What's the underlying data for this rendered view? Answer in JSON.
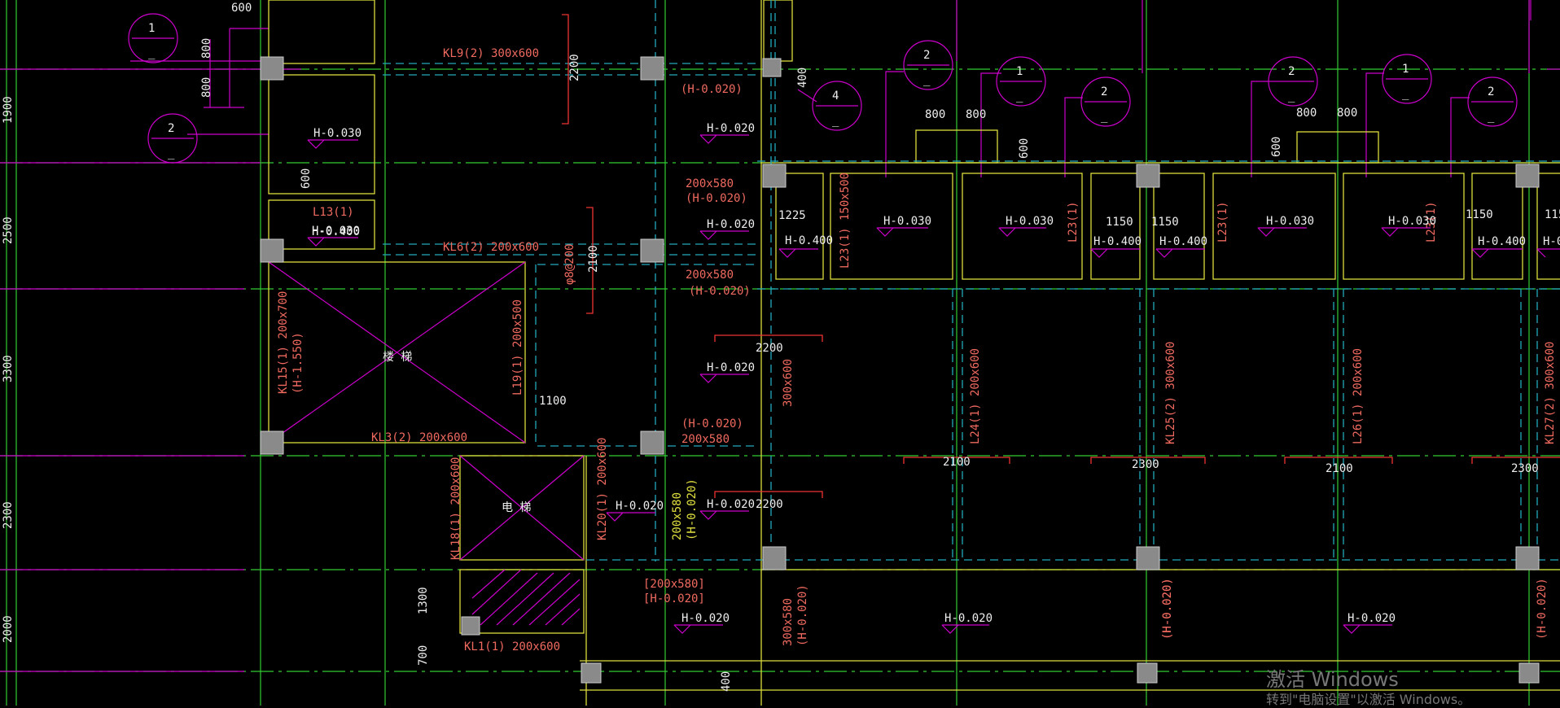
{
  "axis_dims": [
    "1900",
    "2500",
    "3300",
    "2300",
    "2000"
  ],
  "detail_markers": [
    {
      "number": "1",
      "sub": "_"
    },
    {
      "number": "2",
      "sub": "_"
    },
    {
      "number": "2",
      "sub": "_"
    },
    {
      "number": "4",
      "sub": "_"
    },
    {
      "number": "1",
      "sub": "_"
    },
    {
      "number": "2",
      "sub": "_"
    },
    {
      "number": "2",
      "sub": "_"
    },
    {
      "number": "1",
      "sub": "_"
    },
    {
      "number": "2",
      "sub": "_"
    }
  ],
  "dimensions": [
    "600",
    "800",
    "800",
    "600",
    "2200",
    "400",
    "2100",
    "1100",
    "800",
    "800",
    "600",
    "800",
    "800",
    "600",
    "2200",
    "2200",
    "1225",
    "1150",
    "1150",
    "1150",
    "115",
    "2100",
    "2300",
    "2100",
    "2300",
    "1300",
    "700",
    "400"
  ],
  "beam_labels": [
    "KL9(2) 300x600",
    "KL6(2) 200x600",
    "L13(1)",
    "KL15(1) 200x700",
    "(H-1.550)",
    "L19(1) 200x500",
    "KL3(2) 200x600",
    "KL18(1) 200x600",
    "KL20(1) 200x600",
    "KL1(1) 200x600",
    "L23(1) 150x500",
    "L23(1)",
    "L23(1)",
    "L23(1)",
    "300x600",
    "L24(1) 200x600",
    "KL25(2) 300x600",
    "L26(1) 200x600",
    "KL27(2) 300x600",
    "φ8@200"
  ],
  "slab_labels": [
    "(H-0.020)",
    "200x580",
    "(H-0.020)",
    "200x580",
    "(H-0.020)",
    "(H-0.020)",
    "200x580",
    "[200x580]",
    "[H-0.020]",
    "300x580",
    "(H-0.020)",
    "(H-0.020)",
    "(H-0.020)",
    "(H-0.020)"
  ],
  "yellow_labels": [
    "200x580",
    "(H-0.020)"
  ],
  "elevations": [
    "H-0.030",
    "H-0.030",
    "H-0.400",
    "H-0.020",
    "H-0.020",
    "H-0.020",
    "H-0.020",
    "H-0.020",
    "H-0.020",
    "H-0.400",
    "H-0.030",
    "H-0.030",
    "H-0.400",
    "H-0.400",
    "H-0.030",
    "H-0.030",
    "H-0.400",
    "H-0",
    "H-0.020",
    "H-0.020",
    "H-0.020",
    "H-0.020"
  ],
  "room_labels": [
    "楼 梯",
    "电 梯"
  ],
  "watermark": {
    "title": "激活 Windows",
    "subtitle": "转到\"电脑设置\"以激活 Windows。"
  }
}
